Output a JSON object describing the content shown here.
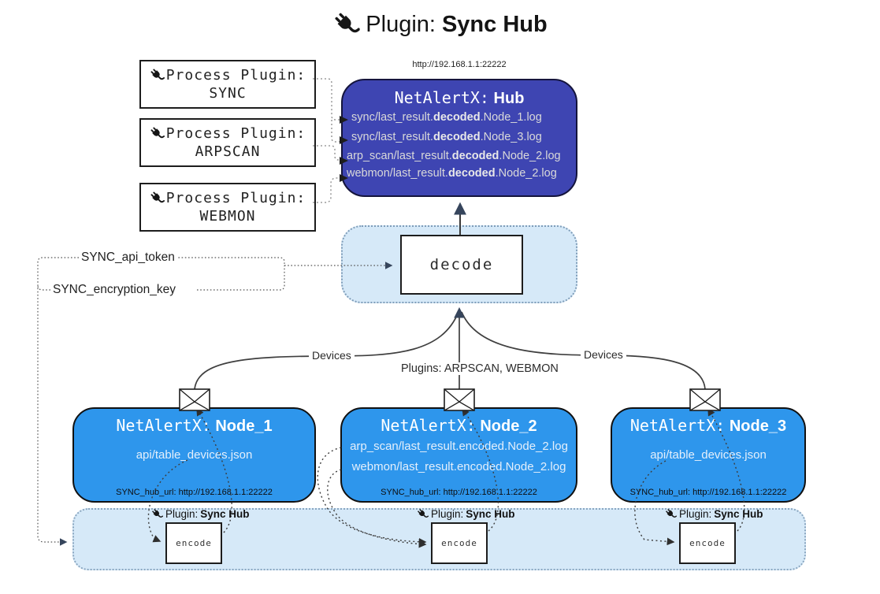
{
  "title": {
    "prefix": "Plugin:",
    "name": "Sync Hub"
  },
  "process_plugins": [
    {
      "label": "Process Plugin:",
      "name": "SYNC"
    },
    {
      "label": "Process Plugin:",
      "name": "ARPSCAN"
    },
    {
      "label": "Process Plugin:",
      "name": "WEBMON"
    }
  ],
  "hub": {
    "url": "http://192.168.1.1:22222",
    "title_prefix": "NetAlertX:",
    "title_name": "Hub",
    "lines": [
      {
        "pre": "sync/last_result.",
        "bold": "decoded",
        "post": ".Node_1.log"
      },
      {
        "pre": "sync/last_result.",
        "bold": "decoded",
        "post": ".Node_3.log"
      },
      {
        "pre": "arp_scan/last_result.",
        "bold": "decoded",
        "post": ".Node_2.log"
      },
      {
        "pre": "webmon/last_result.",
        "bold": "decoded",
        "post": ".Node_2.log"
      }
    ]
  },
  "decode": {
    "label": "decode"
  },
  "keys": {
    "api_token": "SYNC_api_token",
    "encryption_key": "SYNC_encryption_key"
  },
  "edges": {
    "devices_left": "Devices",
    "devices_right": "Devices",
    "plugins": "Plugins: ARPSCAN, WEBMON"
  },
  "nodes": [
    {
      "title_prefix": "NetAlertX:",
      "title_name": "Node_1",
      "lines": [
        "api/table_devices.json"
      ],
      "hub_url": "SYNC_hub_url: http://192.168.1.1:22222"
    },
    {
      "title_prefix": "NetAlertX:",
      "title_name": "Node_2",
      "lines": [
        "arp_scan/last_result.encoded.Node_2.log",
        "webmon/last_result.encoded.Node_2.log"
      ],
      "hub_url": "SYNC_hub_url: http://192.168.1.1:22222"
    },
    {
      "title_prefix": "NetAlertX:",
      "title_name": "Node_3",
      "lines": [
        "api/table_devices.json"
      ],
      "hub_url": "SYNC_hub_url: http://192.168.1.1:22222"
    }
  ],
  "encoders": [
    {
      "label_prefix": "Plugin:",
      "label_name": "Sync Hub",
      "box": "encode"
    },
    {
      "label_prefix": "Plugin:",
      "label_name": "Sync Hub",
      "box": "encode"
    },
    {
      "label_prefix": "Plugin:",
      "label_name": "Sync Hub",
      "box": "encode"
    }
  ],
  "colors": {
    "hub_fill": "#3e45b2",
    "node_fill": "#2e96ec",
    "panel_fill": "#d6e9f8",
    "panel_border": "#7f9db9",
    "arrow_dark": "#36455c",
    "line_dark": "#3f3f3f"
  }
}
